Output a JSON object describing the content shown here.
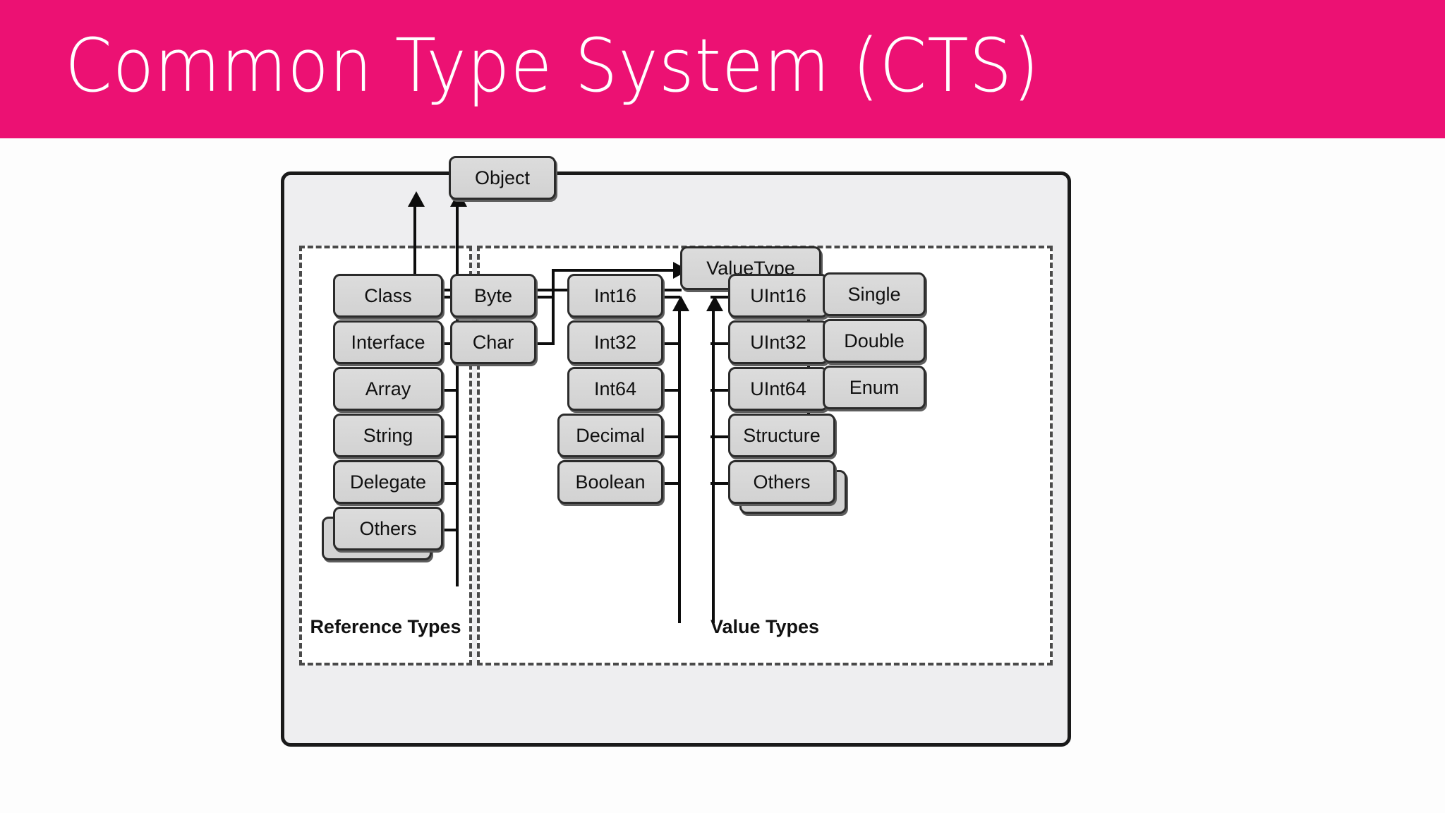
{
  "banner": {
    "title": "Common Type System (CTS)",
    "background_color": "#ec1173",
    "text_color": "#ffffff"
  },
  "diagram": {
    "root": {
      "label": "Object"
    },
    "groups": [
      {
        "id": "reference-types",
        "label": "Reference Types"
      },
      {
        "id": "value-types",
        "label": "Value Types"
      }
    ],
    "value_root": {
      "label": "ValueType"
    },
    "reference_types": [
      {
        "label": "Class"
      },
      {
        "label": "Interface"
      },
      {
        "label": "Array"
      },
      {
        "label": "String"
      },
      {
        "label": "Delegate"
      },
      {
        "label": "Others",
        "stacked": true
      }
    ],
    "value_types_col1": [
      {
        "label": "Byte"
      },
      {
        "label": "Char"
      }
    ],
    "value_types_col2": [
      {
        "label": "Int16"
      },
      {
        "label": "Int32"
      },
      {
        "label": "Int64"
      },
      {
        "label": "Decimal"
      },
      {
        "label": "Boolean"
      }
    ],
    "value_types_col3": [
      {
        "label": "UInt16"
      },
      {
        "label": "UInt32"
      },
      {
        "label": "UInt64"
      },
      {
        "label": "Structure"
      },
      {
        "label": "Others",
        "stacked": true
      }
    ],
    "value_types_col4": [
      {
        "label": "Single"
      },
      {
        "label": "Double"
      },
      {
        "label": "Enum"
      }
    ],
    "colors": {
      "node_fill": "#d6d6d6",
      "node_border": "#2b2b2b",
      "frame_border": "#1a1a1a",
      "frame_fill": "#eeeef0",
      "group_border": "#4a4a4a",
      "connector": "#0d0d0d"
    }
  }
}
